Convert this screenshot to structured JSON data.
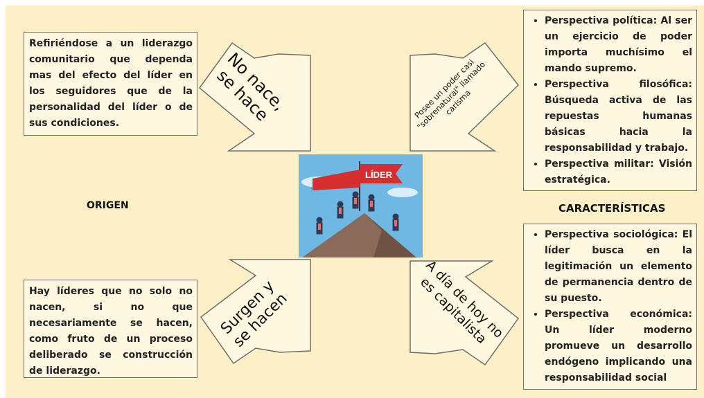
{
  "boxes": {
    "top_left": "Refiriéndose a un liderazgo comunitario que dependa mas del efecto del líder en los seguidores que de la personalidad del líder o de sus condiciones.",
    "bottom_left": "Hay líderes que no solo no nacen, si no que necesariamente se hacen, como fruto de un proceso deliberado se construcción de liderazgo.",
    "top_right": [
      "Perspectiva política: Al ser un ejercicio de poder importa muchísimo el mando supremo.",
      "Perspectiva filosófica: Búsqueda activa de las repuestas humanas básicas hacia la responsabilidad y trabajo.",
      "Perspectiva militar: Visión estratégica."
    ],
    "bottom_right": [
      "Perspectiva sociológica: El líder busca en la legitimación un elemento de permanencia dentro de su puesto.",
      "Perspectiva económica: Un líder moderno promueve un desarrollo endógeno implicando una responsabilidad social"
    ]
  },
  "headings": {
    "origen": "ORIGEN",
    "caracteristicas": "CARACTERÍSTICAS"
  },
  "arrows": {
    "top_left": [
      "No nace,",
      "se hace"
    ],
    "top_right": [
      "Posee un poder casi",
      "\"sobrenatural\" llamado",
      "carisma"
    ],
    "bottom_left": [
      "Surgen y",
      "se hacen"
    ],
    "bottom_right": [
      "A día de hoy no",
      "es capitalista"
    ]
  },
  "center": {
    "flag_label": "LÍDER"
  },
  "colors": {
    "background": "#fdf0c6",
    "box": "#fff8e1",
    "flag": "#d62f2f",
    "sky": "#6fb8e4",
    "mountain": "#8a6a58"
  }
}
